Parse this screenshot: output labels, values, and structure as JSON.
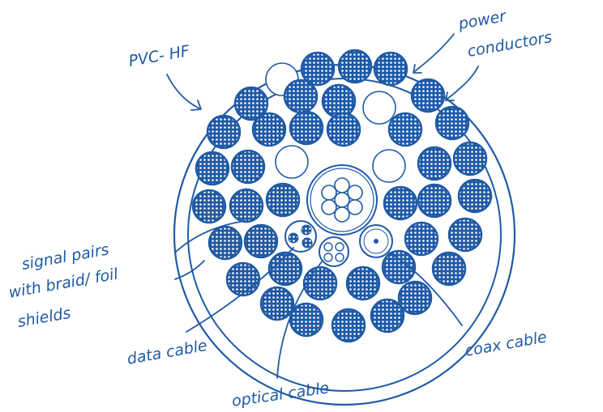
{
  "labels": {
    "pvc": "PVC- HF",
    "power_line1": "power",
    "power_line2": "conductors",
    "signal_line1": "signal pairs",
    "signal_line2": "with braid/ foil",
    "signal_line3": "shields",
    "data": "data cable",
    "optical": "optical cable",
    "coax": "coax cable"
  },
  "colors": {
    "ink": "#1f5aa6",
    "background": "#ffffff"
  }
}
